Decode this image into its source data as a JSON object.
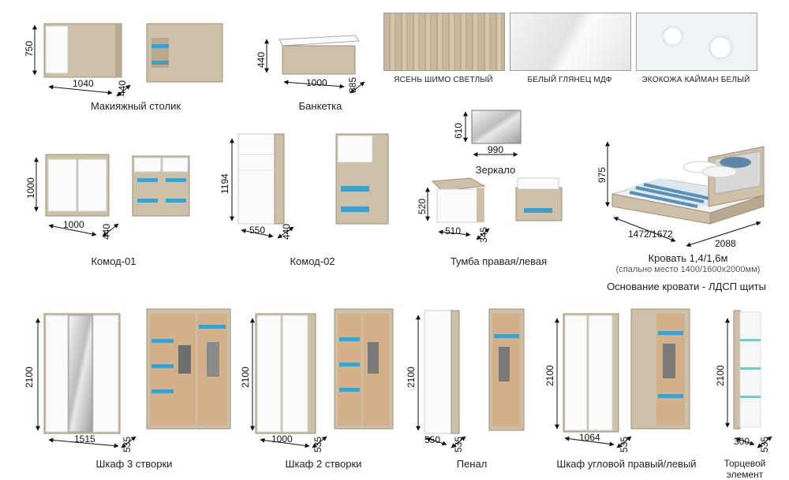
{
  "materials": [
    {
      "label": "ЯСЕНЬ ШИМО СВЕТЛЫЙ",
      "color": "#cbb79f"
    },
    {
      "label": "БЕЛЫЙ ГЛЯНЕЦ МДФ",
      "color": "#eeeeee"
    },
    {
      "label": "ЭКОКОЖА КАЙМАН БЕЛЫЙ",
      "color": "#eef3f6"
    }
  ],
  "colors": {
    "wood": "#cdbfa8",
    "wood_dark": "#b8a88f",
    "white": "#fbfbfb",
    "shelf_blue": "#3f9fc6",
    "back_panel": "#d3b08a"
  },
  "items": {
    "makeup_table": {
      "name": "Макияжный столик",
      "height": "750",
      "width": "1040",
      "depth": "440"
    },
    "banquette": {
      "name": "Банкетка",
      "height": "440",
      "width": "1000",
      "depth": "385"
    },
    "mirror": {
      "name": "Зеркало",
      "height": "610",
      "width": "990"
    },
    "chest01": {
      "name": "Комод-01",
      "height": "1000",
      "width": "1000",
      "depth": "440"
    },
    "chest02": {
      "name": "Комод-02",
      "height": "1194",
      "width": "550",
      "depth": "440"
    },
    "nightstand": {
      "name": "Тумба правая/левая",
      "height": "520",
      "width": "510",
      "depth": "345"
    },
    "bed": {
      "name": "Кровать 1,4/1,6м",
      "sleeping": "(спально место 1400/1600х2000мм)",
      "base": "Основание кровати - ЛДСП щиты",
      "height": "975",
      "width": "1472/1672",
      "length": "2088"
    },
    "wardrobe3": {
      "name": "Шкаф 3 створки",
      "height": "2100",
      "width": "1515",
      "depth": "535"
    },
    "wardrobe2": {
      "name": "Шкаф 2 створки",
      "height": "2100",
      "width": "1000",
      "depth": "535"
    },
    "penal": {
      "name": "Пенал",
      "height": "2100",
      "width": "550",
      "depth": "535"
    },
    "corner": {
      "name": "Шкаф угловой правый/левый",
      "height": "2100",
      "width": "1064",
      "depth": "535"
    },
    "end": {
      "name": "Торцевой элемент",
      "height": "2100",
      "width": "300",
      "depth": "535"
    }
  }
}
